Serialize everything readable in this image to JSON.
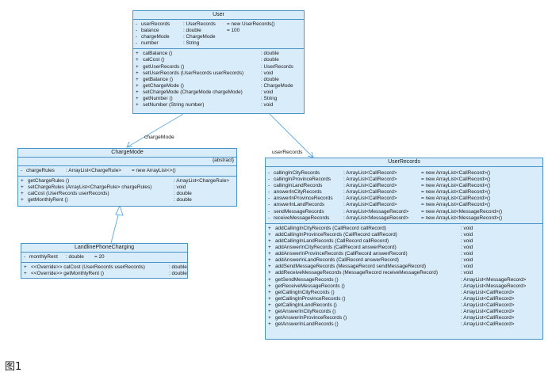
{
  "diagram": {
    "classes": {
      "user": {
        "name": "User",
        "attributes": [
          {
            "vis": "-",
            "name": "userRecords",
            "type": ": UserRecords",
            "init": "= new UserRecords()"
          },
          {
            "vis": "-",
            "name": "balance",
            "type": ": double",
            "init": "= 100"
          },
          {
            "vis": "-",
            "name": "chargeMode",
            "type": ": ChargeMode",
            "init": ""
          },
          {
            "vis": "-",
            "name": "number",
            "type": ": String",
            "init": ""
          }
        ],
        "methods": [
          {
            "vis": "+",
            "sig": "calBalance ()",
            "ret": ": double"
          },
          {
            "vis": "+",
            "sig": "calCost ()",
            "ret": ": double"
          },
          {
            "vis": "+",
            "sig": "getUserRecords ()",
            "ret": ": UserRecords"
          },
          {
            "vis": "+",
            "sig": "setUserRecords (UserRecords userRecords)",
            "ret": ": void"
          },
          {
            "vis": "+",
            "sig": "getBalance ()",
            "ret": ": double"
          },
          {
            "vis": "+",
            "sig": "getChargeMode ()",
            "ret": ": ChargeMode"
          },
          {
            "vis": "+",
            "sig": "setChargeMode (ChargeMode chargeMode)",
            "ret": ": void"
          },
          {
            "vis": "+",
            "sig": "getNumber ()",
            "ret": ": String"
          },
          {
            "vis": "+",
            "sig": "setNumber (String number)",
            "ret": ": void"
          }
        ]
      },
      "chargemode": {
        "name": "ChargeMode",
        "stereotype": "{abstract}",
        "attributes": [
          {
            "vis": "-",
            "name": "chargeRules",
            "type": ": ArrayList<ChargeRule>",
            "init": "= new ArrayList<>()"
          }
        ],
        "methods": [
          {
            "vis": "+",
            "sig": "getChargeRules ()",
            "ret": ": ArrayList<ChargeRule>"
          },
          {
            "vis": "+",
            "sig": "setChargeRules (ArrayList<ChargeRule> chargeRules)",
            "ret": ": void"
          },
          {
            "vis": "+",
            "sig": "calCost (UserRecords userRecords)",
            "ret": ": double"
          },
          {
            "vis": "+",
            "sig": "getMonthlyRent ()",
            "ret": ": double"
          }
        ]
      },
      "landline": {
        "name": "LandlinePhoneCharging",
        "attributes": [
          {
            "vis": "-",
            "name": "monthlyRent",
            "type": ": double",
            "init": "= 20"
          }
        ],
        "methods": [
          {
            "vis": "+",
            "sig": "<<Override>>  calCost (UserRecords userRecords)",
            "ret": ": double"
          },
          {
            "vis": "+",
            "sig": "<<Override>>  getMonthlyRent ()",
            "ret": ": double"
          }
        ]
      },
      "userrecords": {
        "name": "UserRecords",
        "attributes": [
          {
            "vis": "-",
            "name": "callingInCityRecords",
            "type": ": ArrayList<CallRecord>",
            "init": "= new ArrayList<CallRecord>()"
          },
          {
            "vis": "-",
            "name": "callingInProvinceRecords",
            "type": ": ArrayList<CallRecord>",
            "init": "= new ArrayList<CallRecord>()"
          },
          {
            "vis": "-",
            "name": "callingInLandRecords",
            "type": ": ArrayList<CallRecord>",
            "init": "= new ArrayList<CallRecord>()"
          },
          {
            "vis": "-",
            "name": "answerInCityRecords",
            "type": ": ArrayList<CallRecord>",
            "init": "= new ArrayList<CallRecord>()"
          },
          {
            "vis": "-",
            "name": "answerInProvinceRecords",
            "type": ": ArrayList<CallRecord>",
            "init": "= new ArrayList<CallRecord>()"
          },
          {
            "vis": "-",
            "name": "answerInLandRecords",
            "type": ": ArrayList<CallRecord>",
            "init": "= new ArrayList<CallRecord>()"
          },
          {
            "vis": "-",
            "name": "sendMessageRecords",
            "type": ": ArrayList<MessageRecord>",
            "init": "= new ArrayList<MessageRecord>()"
          },
          {
            "vis": "-",
            "name": "receiveMessageRecords",
            "type": ": ArrayList<MessageRecord>",
            "init": "= new ArrayList<MessageRecord>()"
          }
        ],
        "methods": [
          {
            "vis": "+",
            "sig": "addCallingInCityRecords (CallRecord callRecord)",
            "ret": ": void"
          },
          {
            "vis": "+",
            "sig": "addCallingInProvinceRecords (CallRecord callRecord)",
            "ret": ": void"
          },
          {
            "vis": "+",
            "sig": "addCallingInLandRecords (CallRecord callRecord)",
            "ret": ": void"
          },
          {
            "vis": "+",
            "sig": "addAnswerInCityRecords (CallRecord answerRecord)",
            "ret": ": void"
          },
          {
            "vis": "+",
            "sig": "addAnswerInProvinceRecords (CallRecord answerRecord)",
            "ret": ": void"
          },
          {
            "vis": "+",
            "sig": "addAnswerInLandRecords (CallRecord answerRecord)",
            "ret": ": void"
          },
          {
            "vis": "+",
            "sig": "addSendMessageRecords (MessageRecord sendMessageRecord)",
            "ret": ": void"
          },
          {
            "vis": "+",
            "sig": "addReceiveMessageRecords (MessageRecord receiveMessageRecord)",
            "ret": ": void"
          },
          {
            "vis": "+",
            "sig": "getSendMessageRecords ()",
            "ret": ": ArrayList<MessageRecord>"
          },
          {
            "vis": "+",
            "sig": "getReceiveMessageRecords ()",
            "ret": ": ArrayList<MessageRecord>"
          },
          {
            "vis": "+",
            "sig": "getCallingInCityRecords ()",
            "ret": ": ArrayList<CallRecord>"
          },
          {
            "vis": "+",
            "sig": "getCallingInProvinceRecords ()",
            "ret": ": ArrayList<CallRecord>"
          },
          {
            "vis": "+",
            "sig": "getCallingInLandRecords ()",
            "ret": ": ArrayList<CallRecord>"
          },
          {
            "vis": "+",
            "sig": "getAnswerInCityRecords ()",
            "ret": ": ArrayList<CallRecord>"
          },
          {
            "vis": "+",
            "sig": "getAnswerInProvinceRecords ()",
            "ret": ": ArrayList<CallRecord>"
          },
          {
            "vis": "+",
            "sig": "getAnswerInLandRecords ()",
            "ret": ": ArrayList<CallRecord>"
          }
        ]
      }
    },
    "relations": {
      "chargemode_label": "chargeMode",
      "userrecords_label": "userRecords"
    },
    "colors": {
      "class_fill": "#d9ecfa",
      "class_border": "#4a93c9",
      "connector": "#6aaedc"
    }
  },
  "caption": "图1"
}
